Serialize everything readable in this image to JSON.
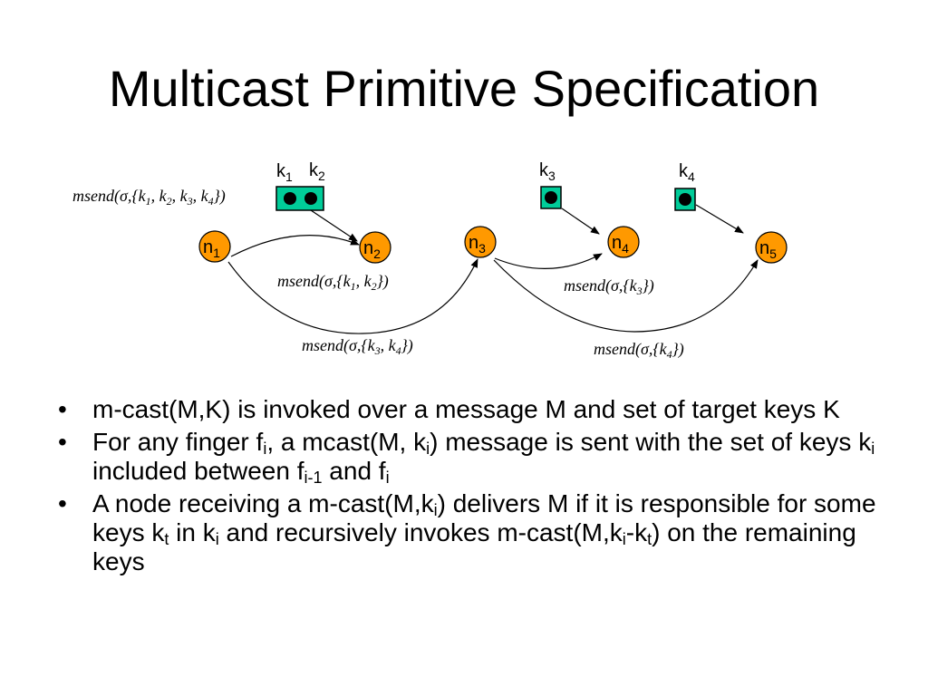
{
  "title": "Multicast Primitive Specification",
  "nodes": [
    {
      "base": "n",
      "sub": "1"
    },
    {
      "base": "n",
      "sub": "2"
    },
    {
      "base": "n",
      "sub": "3"
    },
    {
      "base": "n",
      "sub": "4"
    },
    {
      "base": "n",
      "sub": "5"
    }
  ],
  "keys": [
    {
      "base": "k",
      "sub": "1"
    },
    {
      "base": "k",
      "sub": "2"
    },
    {
      "base": "k",
      "sub": "3"
    },
    {
      "base": "k",
      "sub": "4"
    }
  ],
  "msend_labels": {
    "all": {
      "pre": "msend(σ,{k",
      "s1": "1",
      "m1": ", k",
      "s2": "2",
      "m2": ", k",
      "s3": "3",
      "m3": ", k",
      "s4": "4",
      "post": "})"
    },
    "k1k2": {
      "pre": "msend(σ,{k",
      "s1": "1",
      "m1": ", k",
      "s2": "2",
      "post": "})"
    },
    "k3k4": {
      "pre": "msend(σ,{k",
      "s1": "3",
      "m1": ", k",
      "s2": "4",
      "post": "})"
    },
    "k3": {
      "pre": "msend(σ,{k",
      "s1": "3",
      "post": "})"
    },
    "k4": {
      "pre": "msend(σ,{k",
      "s1": "4",
      "post": "})"
    }
  },
  "colors": {
    "node_fill": "#FF9900",
    "key_fill": "#00CC99",
    "bullet_text": "#000000"
  },
  "bullets": [
    {
      "bullet": "•",
      "parts": [
        "m-cast(M,K) is invoked over a message M and set of target keys K"
      ]
    },
    {
      "bullet": "•",
      "parts": [
        "For any finger f",
        "i",
        ", a mcast(M, k",
        "i",
        ") message is sent with the set of keys k",
        "i",
        " included between f",
        "i-1",
        " and f",
        "i"
      ]
    },
    {
      "bullet": "•",
      "parts": [
        "A node receiving a m-cast(M,k",
        "i",
        ") delivers M if it is responsible for some keys k",
        "t",
        " in k",
        "i",
        " and recursively invokes m-cast(M,k",
        "i",
        "-k",
        "t",
        ") on the remaining keys"
      ]
    }
  ]
}
